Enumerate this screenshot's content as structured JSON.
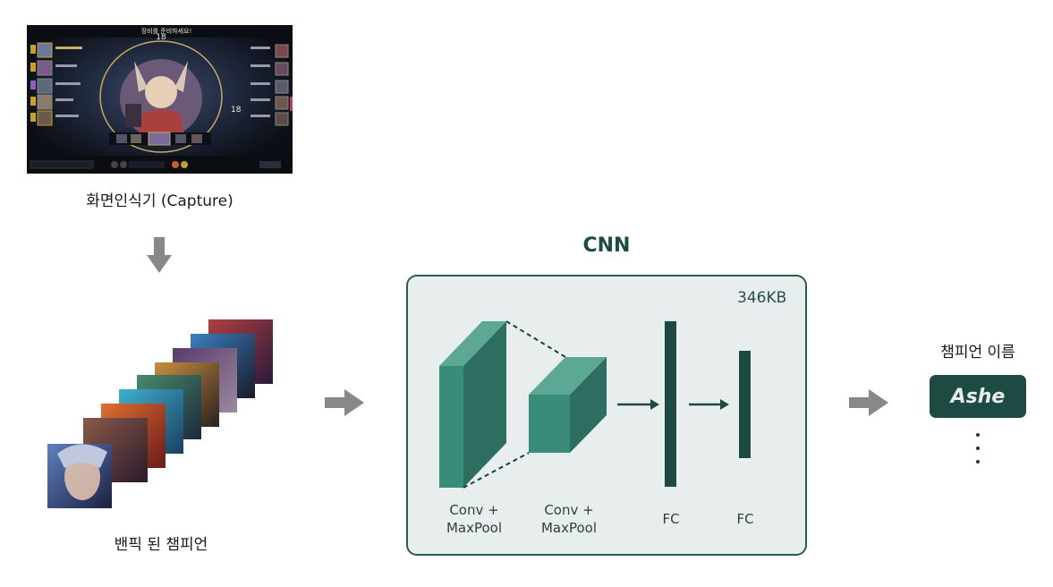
{
  "capture": {
    "label": "화면인식기 (Capture)",
    "screenshot": {
      "banner": "장비를 준비하세요!",
      "timer": "18",
      "center_count": "18"
    }
  },
  "banned": {
    "label": "밴픽 된 챔피언"
  },
  "cnn": {
    "title": "CNN",
    "model_size": "346KB",
    "layers": [
      {
        "label_line1": "Conv +",
        "label_line2": "MaxPool"
      },
      {
        "label_line1": "Conv +",
        "label_line2": "MaxPool"
      },
      {
        "label": "FC"
      },
      {
        "label": "FC"
      }
    ]
  },
  "output": {
    "label": "챔피언 이름",
    "value": "Ashe"
  },
  "colors": {
    "dark_teal": "#1d4a42",
    "teal": "#2f8a78",
    "teal_light": "#5ca894",
    "arrow_gray": "#888888"
  }
}
